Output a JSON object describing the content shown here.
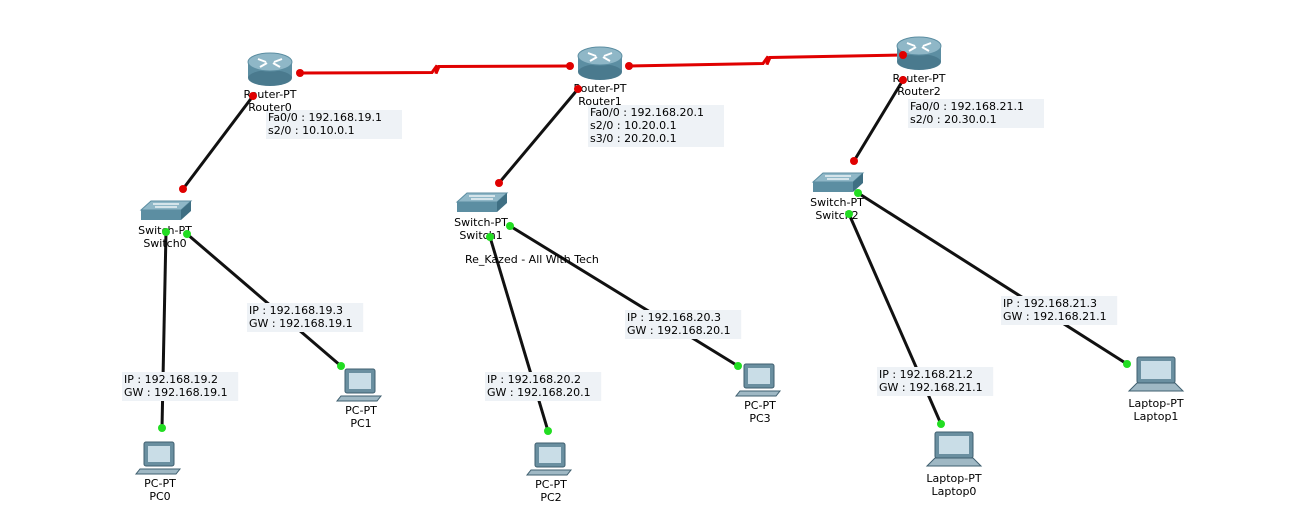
{
  "colors": {
    "serial_link": "#e00000",
    "ethernet_link": "#111111",
    "port_up": "#22dd22",
    "port_down": "#e00000",
    "device_body": "#5f8fa3",
    "note_bg": "#eef2f6"
  },
  "routers": [
    {
      "model": "Router-PT",
      "name": "Router0",
      "icon": "router-icon"
    },
    {
      "model": "Router-PT",
      "name": "Router1",
      "icon": "router-icon"
    },
    {
      "model": "Router-PT",
      "name": "Router2",
      "icon": "router-icon"
    }
  ],
  "switches": [
    {
      "model": "Switch-PT",
      "name": "Switch0",
      "icon": "switch-icon"
    },
    {
      "model": "Switch-PT",
      "name": "Switch1",
      "icon": "switch-icon"
    },
    {
      "model": "Switch-PT",
      "name": "Switch2",
      "icon": "switch-icon"
    }
  ],
  "end_devices": [
    {
      "model": "PC-PT",
      "name": "PC0",
      "icon": "pc-icon"
    },
    {
      "model": "PC-PT",
      "name": "PC1",
      "icon": "pc-icon"
    },
    {
      "model": "PC-PT",
      "name": "PC2",
      "icon": "pc-icon"
    },
    {
      "model": "PC-PT",
      "name": "PC3",
      "icon": "pc-icon"
    },
    {
      "model": "Laptop-PT",
      "name": "Laptop0",
      "icon": "laptop-icon"
    },
    {
      "model": "Laptop-PT",
      "name": "Laptop1",
      "icon": "laptop-icon"
    }
  ],
  "notes": [
    {
      "lines": [
        "Fa0/0 : 192.168.19.1",
        "s2/0 : 10.10.0.1"
      ]
    },
    {
      "lines": [
        "Fa0/0 : 192.168.20.1",
        "s2/0 : 10.20.0.1",
        "s3/0 : 20.20.0.1"
      ]
    },
    {
      "lines": [
        "Fa0/0 : 192.168.21.1",
        "s2/0 : 20.30.0.1"
      ]
    },
    {
      "lines": [
        "IP : 192.168.19.3",
        "GW : 192.168.19.1"
      ]
    },
    {
      "lines": [
        "IP : 192.168.19.2",
        "GW : 192.168.19.1"
      ]
    },
    {
      "lines": [
        "IP : 192.168.20.2",
        "GW : 192.168.20.1"
      ]
    },
    {
      "lines": [
        "IP : 192.168.20.3",
        "GW : 192.168.20.1"
      ]
    },
    {
      "lines": [
        "IP : 192.168.21.2",
        "GW : 192.168.21.1"
      ]
    },
    {
      "lines": [
        "IP : 192.168.21.3",
        "GW : 192.168.21.1"
      ]
    },
    {
      "lines": [
        "Re_Kazed - All With Tech"
      ]
    }
  ]
}
